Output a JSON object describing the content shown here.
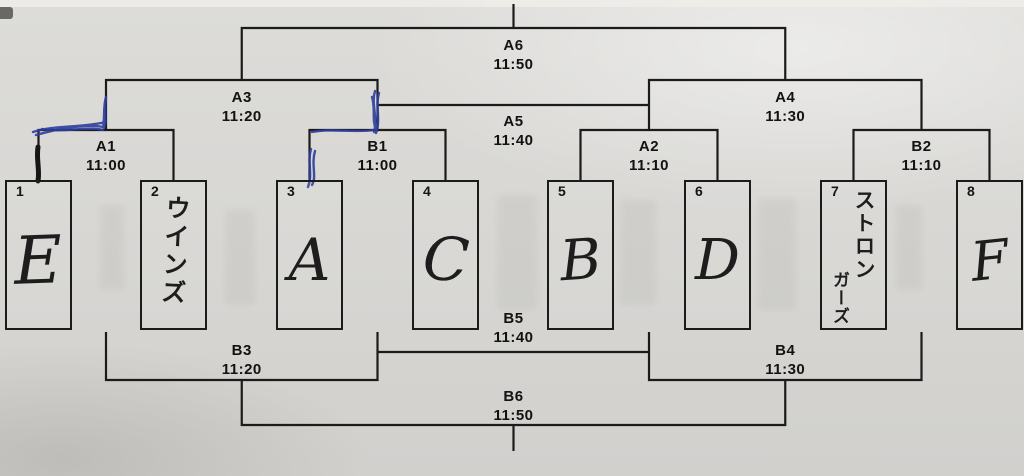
{
  "colors": {
    "paper": "#d8d7d4",
    "line": "#1b1b1b",
    "pen_annotation": "#2e3e9c",
    "pen_black": "#161616",
    "handwriting": "#1d1d1d"
  },
  "bracket": {
    "teams": [
      {
        "seed": "1",
        "name": "E"
      },
      {
        "seed": "2",
        "name": "ウインズ"
      },
      {
        "seed": "3",
        "name": "A"
      },
      {
        "seed": "4",
        "name": "C"
      },
      {
        "seed": "5",
        "name": "B"
      },
      {
        "seed": "6",
        "name": "D"
      },
      {
        "seed": "7",
        "name": "ストロンガーズ",
        "name_right": "ストロン",
        "name_left": "ガーズ"
      },
      {
        "seed": "8",
        "name": "F"
      }
    ],
    "matches": [
      {
        "id": "A1",
        "time": "11:00"
      },
      {
        "id": "B1",
        "time": "11:00"
      },
      {
        "id": "A2",
        "time": "11:10"
      },
      {
        "id": "B2",
        "time": "11:10"
      },
      {
        "id": "A3",
        "time": "11:20"
      },
      {
        "id": "A4",
        "time": "11:30"
      },
      {
        "id": "A5",
        "time": "11:40"
      },
      {
        "id": "A6",
        "time": "11:50"
      },
      {
        "id": "B3",
        "time": "11:20"
      },
      {
        "id": "B4",
        "time": "11:30"
      },
      {
        "id": "B5",
        "time": "11:40"
      },
      {
        "id": "B6",
        "time": "11:50"
      }
    ]
  }
}
